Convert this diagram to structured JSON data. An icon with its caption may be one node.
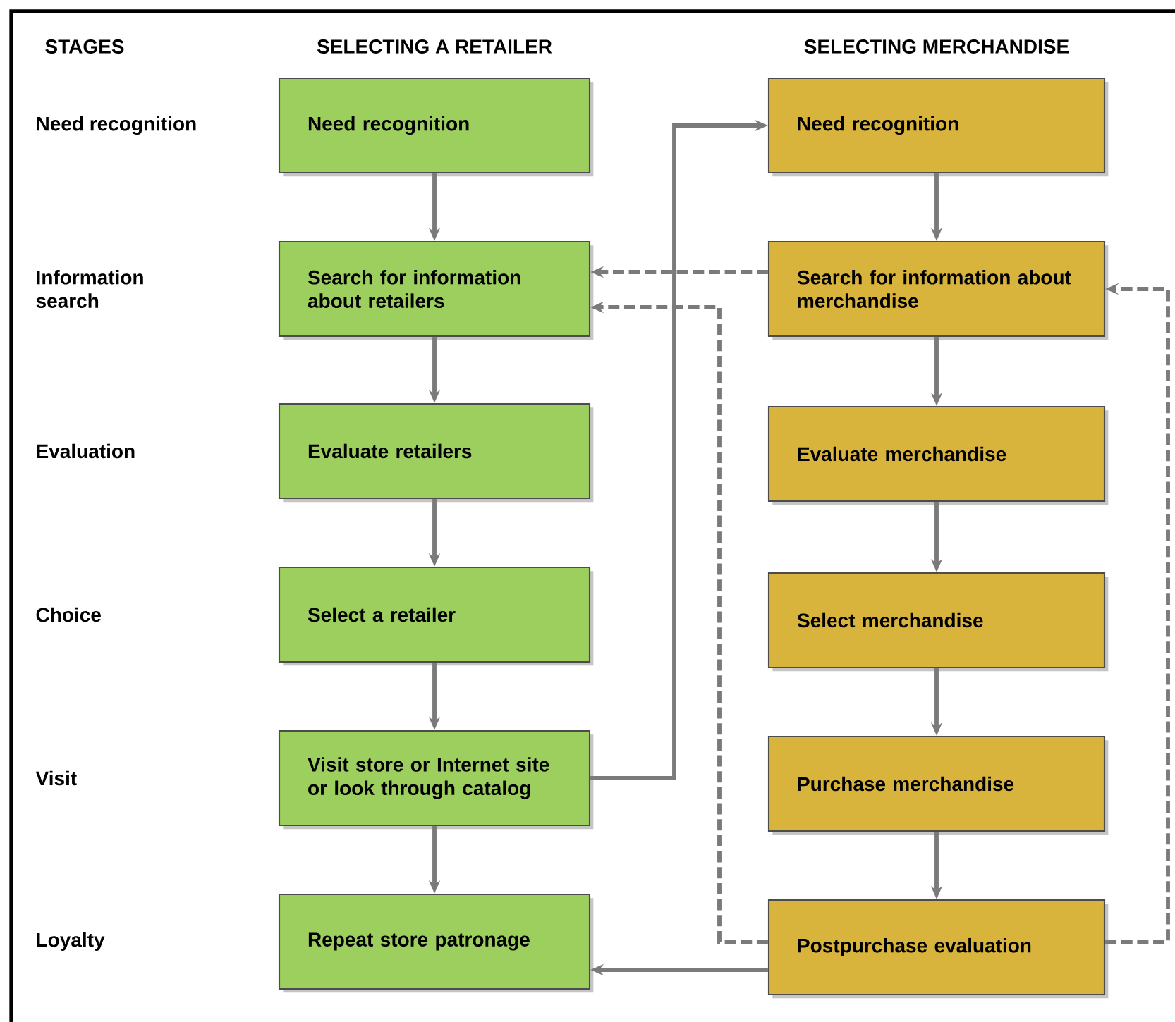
{
  "diagram": {
    "nodes": [
      {
        "text": [
          "Need recognition"
        ]
      },
      {
        "text": [
          "Search for information about retailers"
        ]
      },
      {
        "text": [
          "Evaluate retailers"
        ]
      },
      {
        "text": [
          "Select a retailer"
        ]
      },
      {
        "text": [
          "Visit store or Internet site or look through catalog"
        ]
      },
      {
        "text": [
          "Repeat store patronage"
        ]
      },
      {
        "text": [
          "Need recognition"
        ]
      },
      {
        "text": [
          "Search for information about merchandise"
        ]
      },
      {
        "text": [
          "Evaluate merchandise"
        ]
      },
      {
        "text": [
          "Select merchandise"
        ]
      },
      {
        "text": [
          "Purchase merchandise"
        ]
      },
      {
        "text": [
          "Postpurchase evaluation"
        ]
      }
    ],
    "edges": [
      {
        "from": 0,
        "to": 1,
        "arrow": "to"
      },
      {
        "from": 1,
        "to": 2,
        "arrow": "to"
      },
      {
        "from": 2,
        "to": 3,
        "arrow": "to"
      },
      {
        "from": 3,
        "to": 4,
        "arrow": "to"
      },
      {
        "from": 4,
        "to": 5,
        "arrow": "to"
      },
      {
        "from": 6,
        "to": 7,
        "arrow": "to"
      },
      {
        "from": 7,
        "to": 8,
        "arrow": "to"
      },
      {
        "from": 8,
        "to": 9,
        "arrow": "to"
      },
      {
        "from": 9,
        "to": 10,
        "arrow": "to"
      },
      {
        "from": 10,
        "to": 11,
        "arrow": "to"
      },
      {
        "from": 4,
        "to": 6,
        "arrow": "to"
      },
      {
        "from": 7,
        "to": 1,
        "arrow": "to",
        "style": "dashed"
      },
      {
        "from": 11,
        "to": 1,
        "arrow": "to",
        "style": "dashed"
      },
      {
        "from": 11,
        "to": 5,
        "arrow": "to"
      },
      {
        "from": 11,
        "to": 7,
        "arrow": "to",
        "style": "dashed"
      }
    ],
    "labels": [
      "STAGES",
      "SELECTING A RETAILER",
      "SELECTING MERCHANDISE",
      "Need recognition",
      "Information search",
      "Evaluation",
      "Choice",
      "Visit",
      "Loyalty"
    ]
  }
}
